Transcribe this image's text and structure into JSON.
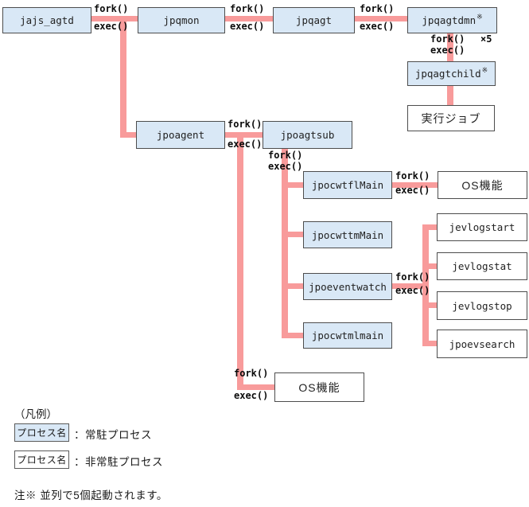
{
  "figure": {
    "colors": {
      "resident_fill": "#d9e8f6",
      "nonresident_fill": "#ffffff",
      "border": "#4d4d4d",
      "connector": "#f89b9b"
    },
    "nodes": [
      {
        "id": "jajs_agtd",
        "label": "jajs_agtd",
        "kind": "resident"
      },
      {
        "id": "jpqmon",
        "label": "jpqmon",
        "kind": "resident"
      },
      {
        "id": "jpqagt",
        "label": "jpqagt",
        "kind": "resident"
      },
      {
        "id": "jpqagtdmn",
        "label": "jpqagtdmn",
        "mark": "※",
        "kind": "resident"
      },
      {
        "id": "jpqagtchild",
        "label": "jpqagtchild",
        "mark": "※",
        "kind": "resident"
      },
      {
        "id": "exec-job",
        "label": "実行ジョブ",
        "kind": "nonresident"
      },
      {
        "id": "jpoagent",
        "label": "jpoagent",
        "kind": "resident"
      },
      {
        "id": "jpoagtsub",
        "label": "jpoagtsub",
        "kind": "resident"
      },
      {
        "id": "jpocwtflMain",
        "label": "jpocwtflMain",
        "kind": "resident"
      },
      {
        "id": "os-function-top",
        "label": "OS機能",
        "kind": "nonresident"
      },
      {
        "id": "jpocwttmMain",
        "label": "jpocwttmMain",
        "kind": "resident"
      },
      {
        "id": "jevlogstart",
        "label": "jevlogstart",
        "kind": "nonresident"
      },
      {
        "id": "jevlogstat",
        "label": "jevlogstat",
        "kind": "nonresident"
      },
      {
        "id": "jpoeventwatch",
        "label": "jpoeventwatch",
        "kind": "resident"
      },
      {
        "id": "jevlogstop",
        "label": "jevlogstop",
        "kind": "nonresident"
      },
      {
        "id": "jpocwtmlmain",
        "label": "jpocwtmlmain",
        "kind": "resident"
      },
      {
        "id": "jpoevsearch",
        "label": "jpoevsearch",
        "kind": "nonresident"
      },
      {
        "id": "os-function-bottom",
        "label": "OS機能",
        "kind": "nonresident"
      }
    ],
    "edge_labels": [
      {
        "id": "L1",
        "fork": "fork()",
        "exec": "exec()"
      },
      {
        "id": "L2",
        "fork": "fork()",
        "exec": "exec()"
      },
      {
        "id": "L3",
        "fork": "fork()",
        "exec": "exec()"
      },
      {
        "id": "L4",
        "fork": "fork()",
        "exec": "exec()",
        "mult": "×5"
      },
      {
        "id": "L5",
        "fork": "fork()",
        "exec": "exec()"
      },
      {
        "id": "L6",
        "fork": "fork()",
        "exec": "exec()"
      },
      {
        "id": "L7",
        "fork": "fork()",
        "exec": "exec()"
      },
      {
        "id": "L8",
        "fork": "fork()",
        "exec": "exec()"
      },
      {
        "id": "L9",
        "fork": "fork()",
        "exec": "exec()"
      }
    ]
  },
  "legend": {
    "title": "（凡例）",
    "items": [
      {
        "box_label": "プロセス名",
        "kind": "resident",
        "desc": "：常駐プロセス"
      },
      {
        "box_label": "プロセス名",
        "kind": "nonresident",
        "desc": "：非常駐プロセス"
      }
    ]
  },
  "note": "注※ 並列で5個起動されます。"
}
